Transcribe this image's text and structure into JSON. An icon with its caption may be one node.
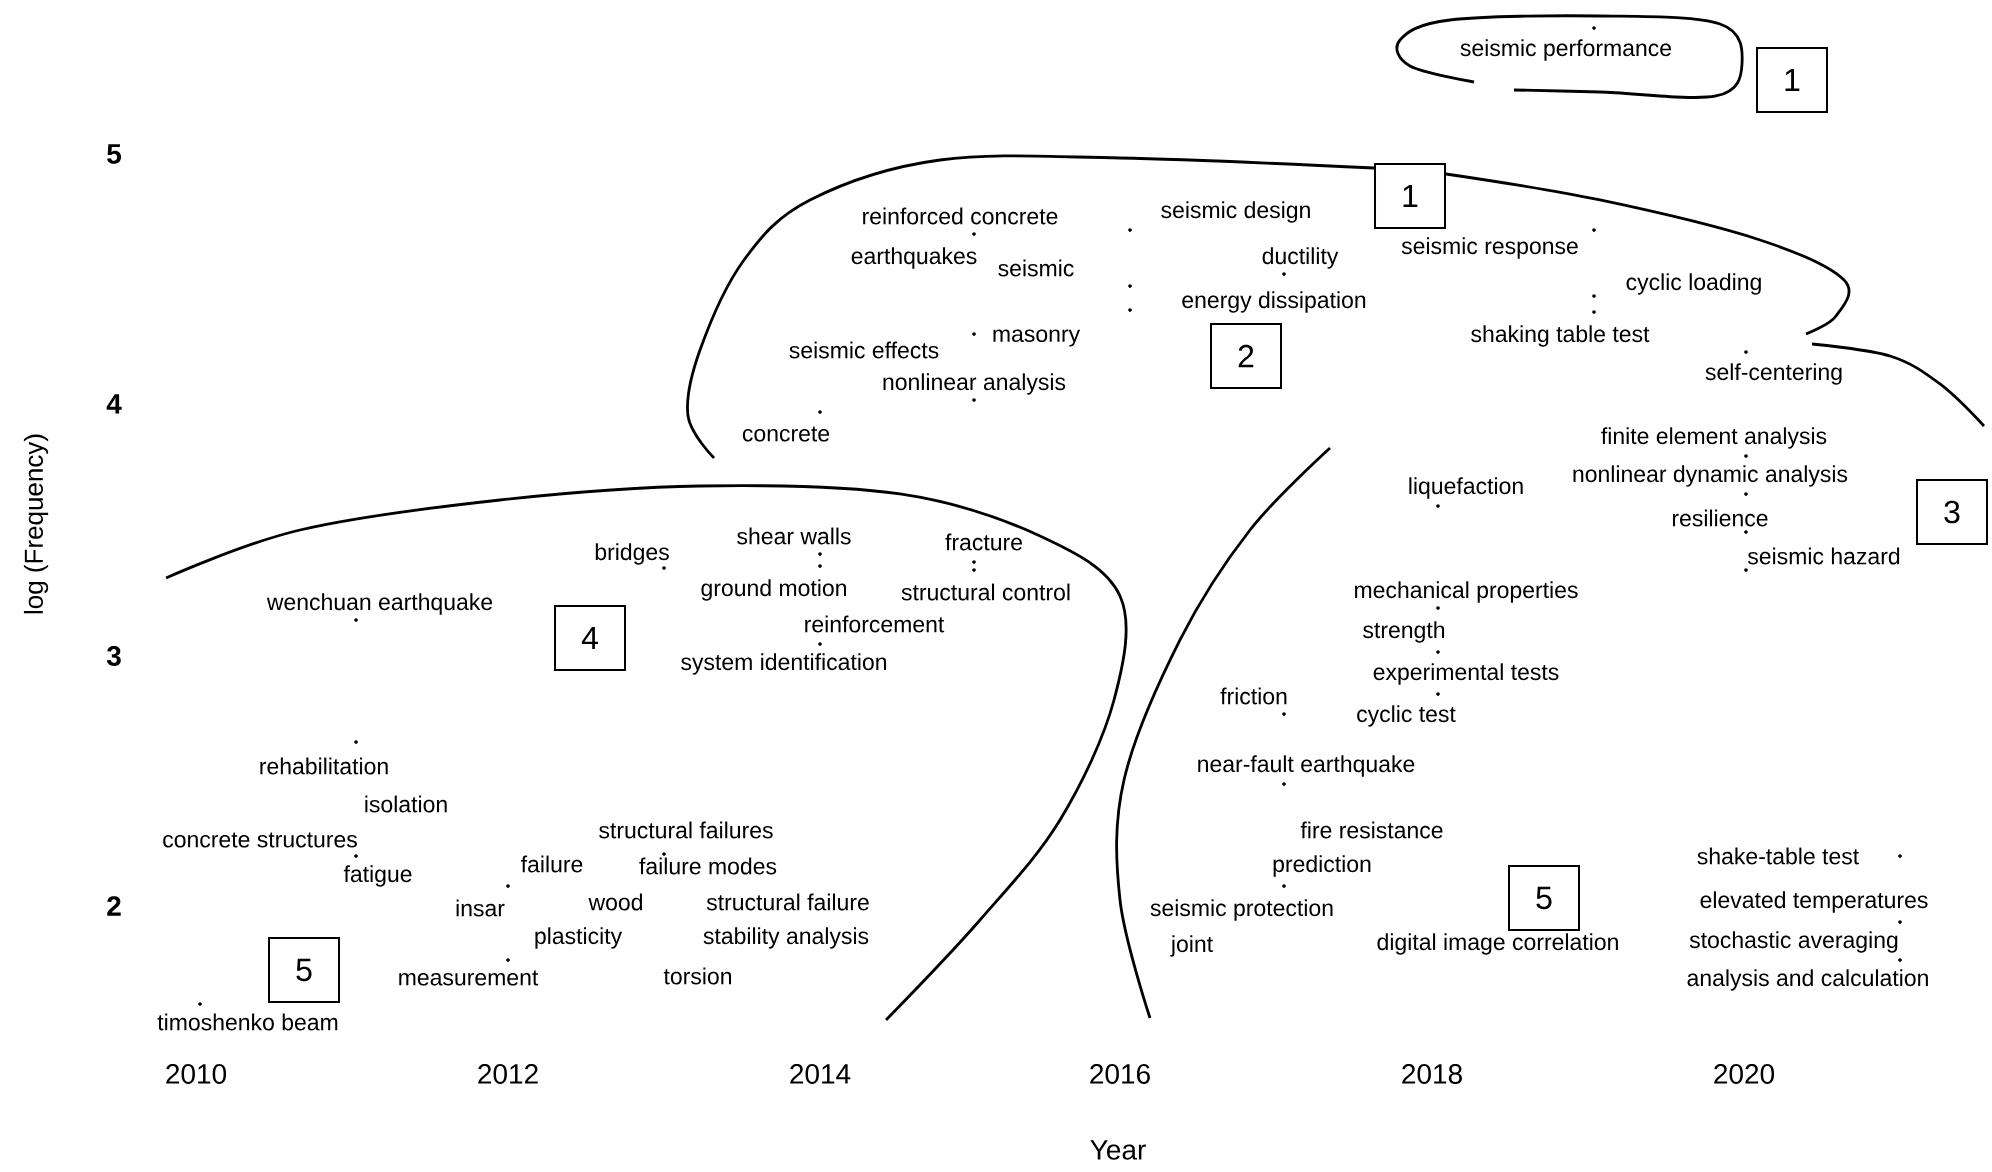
{
  "diagram": {
    "nodes": [
      {
        "text": [
          "1"
        ]
      },
      {
        "text": [
          "1"
        ]
      },
      {
        "text": [
          "2"
        ]
      },
      {
        "text": [
          "3"
        ]
      },
      {
        "text": [
          "4"
        ]
      },
      {
        "text": [
          "5"
        ]
      },
      {
        "text": [
          "5"
        ]
      }
    ],
    "labels": [
      "seismic performance",
      "reinforced concrete",
      "seismic design",
      "earthquakes",
      "seismic",
      "ductility",
      "seismic response",
      "energy dissipation",
      "cyclic loading",
      "masonry",
      "shaking table test",
      "seismic effects",
      "nonlinear analysis",
      "self-centering",
      "concrete",
      "finite element analysis",
      "nonlinear dynamic analysis",
      "liquefaction",
      "resilience",
      "shear walls",
      "fracture",
      "bridges",
      "seismic hazard",
      "ground motion",
      "structural control",
      "mechanical properties",
      "wenchuan earthquake",
      "reinforcement",
      "strength",
      "system identification",
      "experimental tests",
      "friction",
      "cyclic test",
      "rehabilitation",
      "near-fault earthquake",
      "isolation",
      "structural failures",
      "fire resistance",
      "concrete structures",
      "shake-table test",
      "failure",
      "failure modes",
      "prediction",
      "fatigue",
      "insar",
      "wood",
      "structural failure",
      "seismic protection",
      "elevated temperatures",
      "plasticity",
      "stability analysis",
      "joint",
      "digital image correlation",
      "stochastic averaging",
      "measurement",
      "torsion",
      "analysis and calculation",
      "timoshenko beam",
      "5",
      "4",
      "3",
      "2",
      "log (Frequency)",
      "2010",
      "2012",
      "2014",
      "2016",
      "2018",
      "2020",
      "Year"
    ]
  }
}
